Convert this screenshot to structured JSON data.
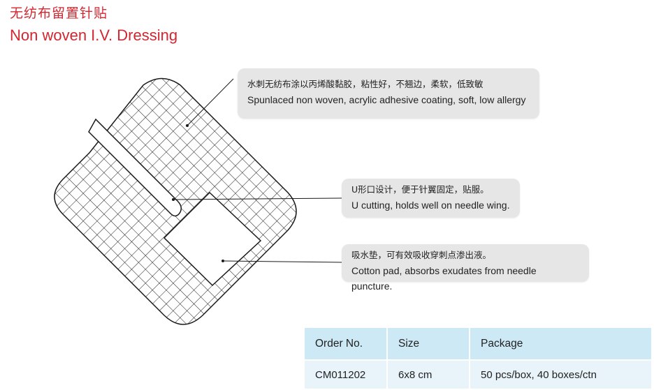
{
  "header": {
    "title_cn": "无纺布留置针贴",
    "title_en": "Non woven I.V. Dressing"
  },
  "callouts": [
    {
      "cn": "水刺无纺布涂以丙烯酸黏胶，粘性好，不翘边，柔软，低致敏",
      "en": "Spunlaced non woven, acrylic adhesive coating, soft, low allergy"
    },
    {
      "cn": "U形口设计，便于针翼固定，贴服。",
      "en": "U cutting, holds well on needle wing."
    },
    {
      "cn": "吸水垫，可有效吸收穿刺点渗出液。",
      "en": "Cotton pad, absorbs exudates from needle puncture."
    }
  ],
  "table": {
    "headers": [
      "Order No.",
      "Size",
      "Package"
    ],
    "rows": [
      [
        "CM011202",
        "6x8 cm",
        "50 pcs/box, 40 boxes/ctn"
      ]
    ]
  },
  "colors": {
    "title": "#d22630",
    "callout_bg": "#e6e6e7",
    "table_header": "#cde9f5",
    "table_row": "#e8f4fa"
  }
}
